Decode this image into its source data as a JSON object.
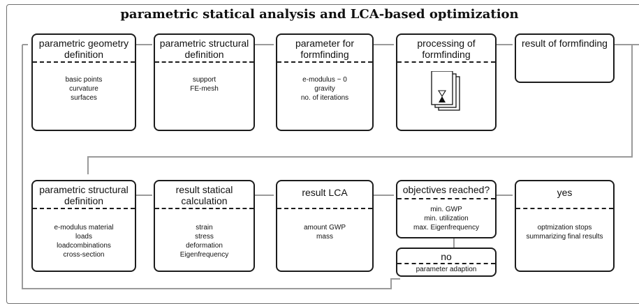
{
  "title": "parametric statical analysis and LCA-based optimization",
  "boxes": {
    "geometry": {
      "title": [
        "parametric geometry",
        "definition"
      ],
      "items": [
        "basic points",
        "curvature",
        "surfaces"
      ]
    },
    "structural1": {
      "title": [
        "parametric structural",
        "definition"
      ],
      "items": [
        "support",
        "FE-mesh"
      ]
    },
    "formfinding_params": {
      "title": [
        "parameter for",
        "formfinding"
      ],
      "items": [
        "e-modulus ~ 0",
        "gravity",
        "no. of iterations"
      ]
    },
    "processing": {
      "title": [
        "processing of",
        "formfinding"
      ],
      "icon": "hourglass-document-stack-icon"
    },
    "result_formfinding": {
      "title": [
        "result of formfinding"
      ]
    },
    "structural2": {
      "title": [
        "parametric structural",
        "definition"
      ],
      "items": [
        "e-modulus material",
        "loads",
        "loadcombinations",
        "cross-section"
      ]
    },
    "statical": {
      "title": [
        "result statical",
        "calculation"
      ],
      "items": [
        "strain",
        "stress",
        "deformation",
        "Eigenfrequency"
      ]
    },
    "lca": {
      "title": [
        "result LCA"
      ],
      "items": [
        "amount GWP",
        "mass"
      ]
    },
    "objectives": {
      "title": [
        "objectives reached?"
      ],
      "items": [
        "min. GWP",
        "min. utilization",
        "max. Eigenfrequency"
      ]
    },
    "yes": {
      "title": [
        "yes"
      ],
      "items": [
        "optmization stops",
        "summarizing final results"
      ]
    },
    "no": {
      "title": [
        "no"
      ],
      "items": [
        "parameter adaption"
      ]
    }
  }
}
